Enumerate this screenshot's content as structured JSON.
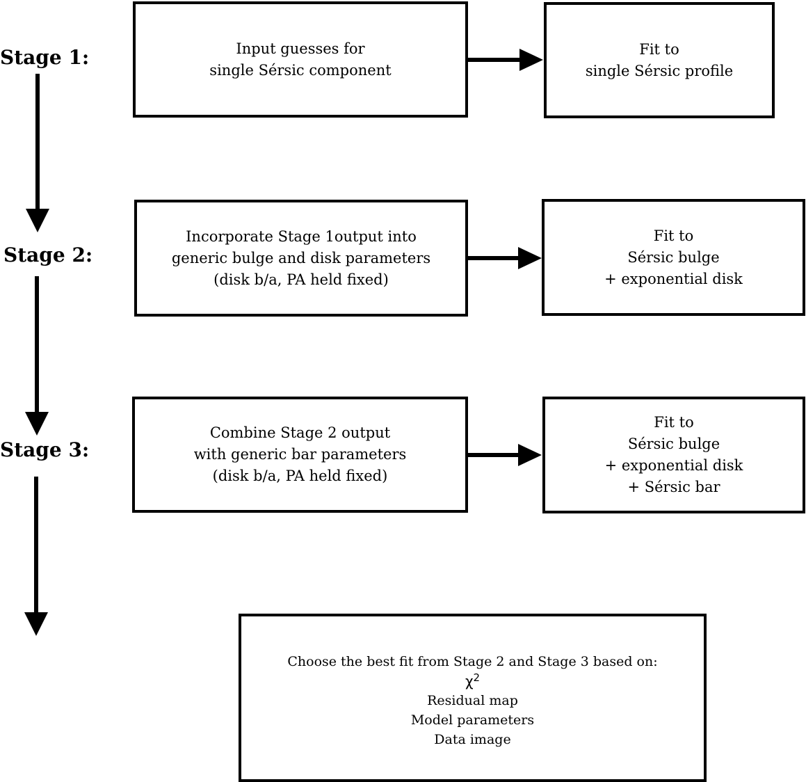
{
  "stages": [
    {
      "label": "Stage 1:",
      "input_box": [
        "Input guesses for",
        "single Sérsic component"
      ],
      "fit_box": [
        "Fit to",
        "single Sérsic profile"
      ]
    },
    {
      "label": "Stage 2:",
      "input_box": [
        "Incorporate Stage 1output into",
        "generic bulge and disk parameters",
        "(disk b/a, PA held fixed)"
      ],
      "fit_box": [
        "Fit to",
        "Sérsic bulge",
        "+ exponential disk"
      ]
    },
    {
      "label": "Stage 3:",
      "input_box": [
        "Combine Stage 2 output",
        "with generic bar parameters",
        "(disk b/a, PA held fixed)"
      ],
      "fit_box": [
        "Fit to",
        "Sérsic bulge",
        "+ exponential disk",
        "+ Sérsic bar"
      ]
    }
  ],
  "final_box": {
    "heading": "Choose the best fit from Stage 2 and Stage 3 based on:",
    "chi_symbol": "χ",
    "chi_exponent": "2",
    "criteria": [
      "Residual map",
      "Model parameters",
      "Data image"
    ]
  }
}
